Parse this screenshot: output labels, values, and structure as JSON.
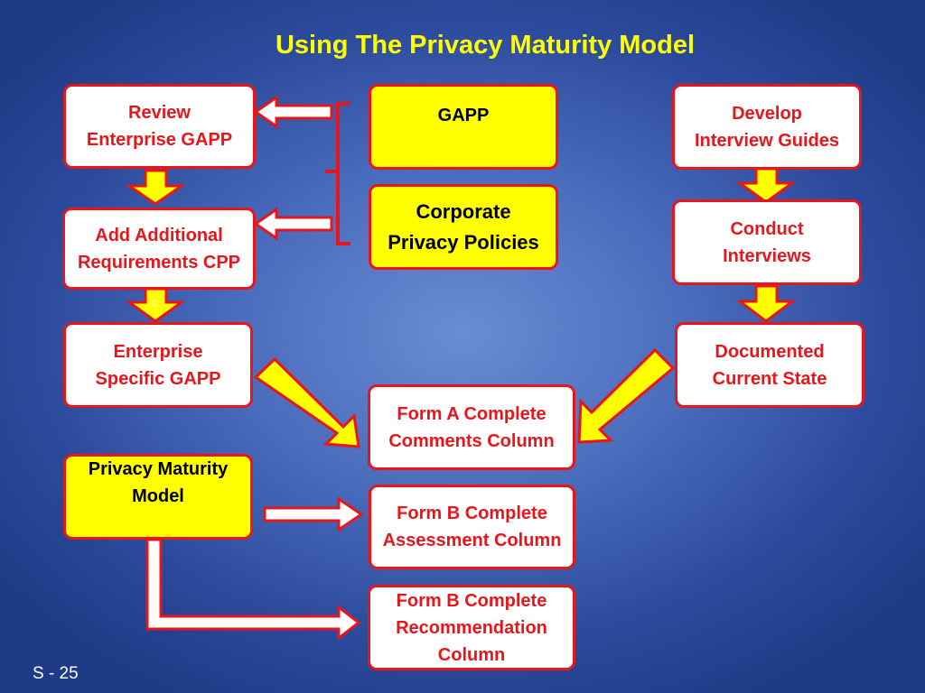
{
  "title": "Using The Privacy Maturity Model",
  "boxes": {
    "review_enterprise_gapp": "Review\nEnterprise GAPP",
    "add_additional_requirements": "Add Additional\nRequirements CPP",
    "enterprise_specific_gapp": "Enterprise\nSpecific GAPP",
    "gapp": "GAPP",
    "corporate_privacy_policies": "Corporate\nPrivacy Policies",
    "develop_interview_guides": "Develop\nInterview Guides",
    "conduct_interviews": "Conduct\nInterviews",
    "documented_current_state": "Documented\nCurrent State",
    "form_a_comments": "Form A Complete\nComments Column",
    "privacy_maturity_model": "Privacy Maturity\nModel",
    "form_b_assessment": "Form B Complete\nAssessment Column",
    "form_b_recommendation": "Form B Complete\nRecommendation\nColumn"
  },
  "stray_mark": "c",
  "footer": "S - 25",
  "colors": {
    "background": "#3a5cb0",
    "title": "#ffff00",
    "box_border": "#e8151b",
    "box_text_red": "#e8151b",
    "highlight_fill": "#ffff00",
    "arrow_white": "#ffffff"
  }
}
